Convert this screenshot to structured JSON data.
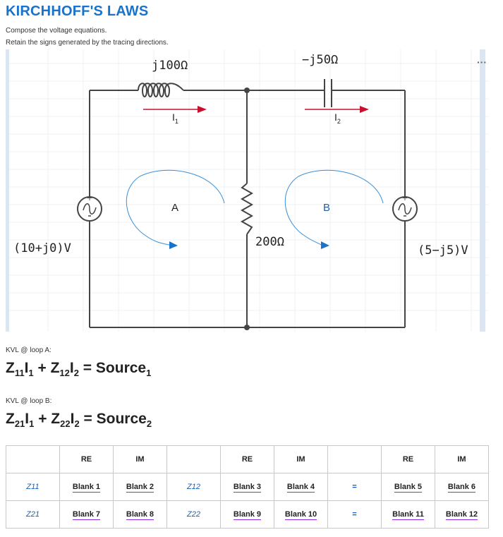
{
  "page": {
    "title": "KIRCHHOFF'S LAWS",
    "instruction1": "Compose the voltage equations.",
    "instruction2": "Retain the signs generated by the tracing directions.",
    "more_icon": "more-icon"
  },
  "circuit": {
    "inductor_label": "j100Ω",
    "capacitor_label": "−j50Ω",
    "resistor_label": "200Ω",
    "source_left_label": "(10+j0)V",
    "source_right_label": "(5−j5)V",
    "current1_label": "I",
    "current1_sub": "1",
    "current2_label": "I",
    "current2_sub": "2",
    "loop_a_label": "A",
    "loop_b_label": "B"
  },
  "kvl": {
    "loop_a_label": "KVL @ loop A:",
    "loop_b_label": "KVL @ loop B:",
    "eq_a": {
      "t1": "Z",
      "s1": "11",
      "t2": "I",
      "s2": "1",
      "t3": " + Z",
      "s3": "12",
      "t4": "I",
      "s4": "2",
      "t5": " = Source",
      "s5": "1"
    },
    "eq_b": {
      "t1": "Z",
      "s1": "21",
      "t2": "I",
      "s2": "1",
      "t3": " + Z",
      "s3": "22",
      "t4": "I",
      "s4": "2",
      "t5": " = Source",
      "s5": "2"
    }
  },
  "table": {
    "headers": [
      "",
      "RE",
      "IM",
      "",
      "RE",
      "IM",
      "",
      "RE",
      "IM"
    ],
    "rows": [
      {
        "z_a": "Z11",
        "re_a": "Blank 1",
        "im_a": "Blank 2",
        "z_b": "Z12",
        "re_b": "Blank 3",
        "im_b": "Blank 4",
        "eq": "=",
        "re_s": "Blank 5",
        "im_s": "Blank 6"
      },
      {
        "z_a": "Z21",
        "re_a": "Blank 7",
        "im_a": "Blank 8",
        "z_b": "Z22",
        "re_b": "Blank 9",
        "im_b": "Blank 10",
        "eq": "=",
        "re_s": "Blank 11",
        "im_s": "Blank 12"
      }
    ]
  },
  "colors": {
    "accent": "#1a73c9",
    "arrow_red": "#c8102e",
    "loop_blue": "#3a8fd6",
    "wire": "#444444"
  }
}
